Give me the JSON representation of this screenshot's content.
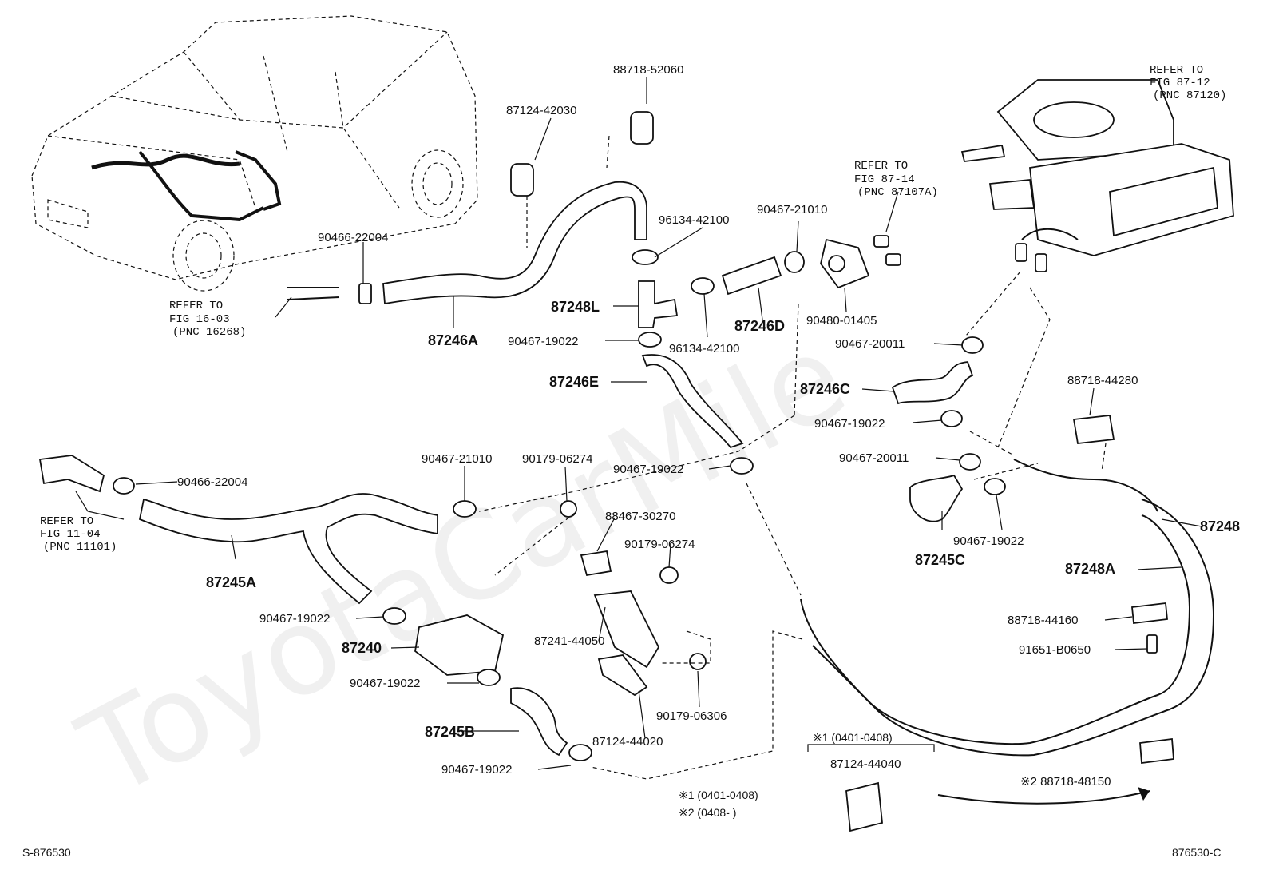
{
  "watermark": "ToyotaCarMile",
  "footer": {
    "left_code": "S-876530",
    "right_code": "876530-C"
  },
  "callouts": {
    "p88718_52060": "88718-52060",
    "p87124_42030": "87124-42030",
    "p96134_42100_a": "96134-42100",
    "p90467_21010_a": "90467-21010",
    "p90466_22004_a": "90466-22004",
    "p87248L": "87248L",
    "p87246A": "87246A",
    "p90467_19022_a": "90467-19022",
    "p96134_42100_b": "96134-42100",
    "p87246D": "87246D",
    "p90480_01405": "90480-01405",
    "p90467_20011_a": "90467-20011",
    "p87246E": "87246E",
    "p87246C": "87246C",
    "p90467_19022_b": "90467-19022",
    "p88718_44280": "88718-44280",
    "p90467_20011_b": "90467-20011",
    "p90466_22004_b": "90466-22004",
    "p90467_21010_b": "90467-21010",
    "p90179_06274_a": "90179-06274",
    "p90467_19022_c": "90467-19022",
    "p88467_30270": "88467-30270",
    "p87248": "87248",
    "p87245A": "87245A",
    "p90179_06274_b": "90179-06274",
    "p90467_19022_d": "90467-19022",
    "p87245C": "87245C",
    "p87248A": "87248A",
    "p90467_19022_e": "90467-19022",
    "p88718_44160": "88718-44160",
    "p87240": "87240",
    "p87241_44050": "87241-44050",
    "p91651_B0650": "91651-B0650",
    "p90467_19022_f": "90467-19022",
    "p90179_06306": "90179-06306",
    "p87245B": "87245B",
    "p87124_44020": "87124-44020",
    "p90467_19022_g": "90467-19022",
    "p87124_44040": "87124-44040",
    "p88718_48150": "※2 88718-48150"
  },
  "references": {
    "fig_16_03": [
      "REFER TO",
      "FIG 16-03",
      "(PNC 16268)"
    ],
    "fig_11_04": [
      "REFER TO",
      "FIG 11-04",
      "(PNC 11101)"
    ],
    "fig_87_14": [
      "REFER TO",
      "FIG 87-14",
      "(PNC 87107A)"
    ],
    "fig_87_12": [
      "REFER TO",
      "FIG 87-12",
      "(PNC 87120)"
    ]
  },
  "notes": {
    "range1_header": "※1 (0401-0408)",
    "legend_line1": "※1 (0401-0408)",
    "legend_line2": "※2 (0408-        )"
  }
}
